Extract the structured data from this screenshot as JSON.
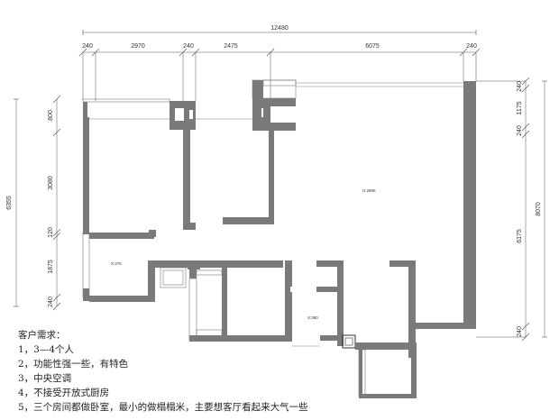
{
  "dimensions": {
    "top_total": "12480",
    "top": [
      "240",
      "2970",
      "240",
      "2475",
      "6075",
      "240"
    ],
    "left_total": "6355",
    "left": [
      "800",
      "3080",
      "120",
      "1875",
      "240"
    ],
    "right_total": "8070",
    "right_outer": [
      "240",
      "1175",
      "240",
      "6175",
      "240"
    ]
  },
  "room_labels": {
    "living": "H:2890",
    "bedroom": "X:275",
    "bath": "X:380"
  },
  "notes": {
    "title": "客户需求：",
    "items": [
      "1，3—4个人",
      "2，功能性强一些，有特色",
      "3，中央空调",
      "4，不接受开放式厨房",
      "5，三个房间都做卧室，最小的做榻榻米，主要想客厅看起来大气一些"
    ]
  }
}
